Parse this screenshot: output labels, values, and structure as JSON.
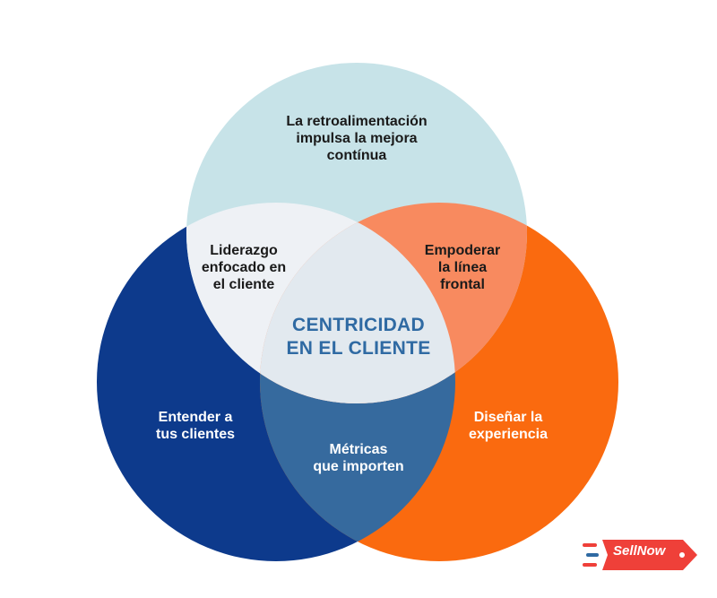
{
  "diagram": {
    "top_circle": {
      "lines": [
        "La retroalimentación",
        "impulsa la mejora",
        "contínua"
      ],
      "color": "#c7e3e8"
    },
    "left_circle": {
      "lines": [
        "Entender a",
        "tus clientes"
      ],
      "color": "#0d3a8c"
    },
    "right_circle": {
      "lines": [
        "Diseñar la",
        "experiencia"
      ],
      "color": "#fa6a0f"
    },
    "top_left_overlap": {
      "lines": [
        "Liderazgo",
        "enfocado en",
        "el cliente"
      ],
      "color": "#eef1f5"
    },
    "top_right_overlap": {
      "lines": [
        "Empoderar",
        "la línea",
        "frontal"
      ],
      "color": "#f88a5f"
    },
    "bottom_overlap": {
      "lines": [
        "Métricas",
        "que importen"
      ],
      "color": "#366a9e"
    },
    "center": {
      "lines": [
        "CENTRICIDAD",
        "EN EL CLIENTE"
      ],
      "color": "#e2e9ef",
      "text_color": "#2f6aa3"
    }
  },
  "logo": {
    "text": "SellNow",
    "color": "#ef4039"
  }
}
